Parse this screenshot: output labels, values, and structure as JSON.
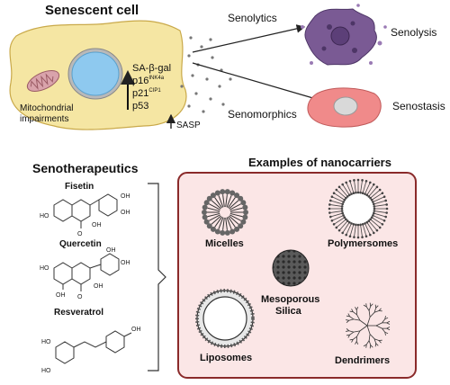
{
  "top": {
    "title": "Senescent cell",
    "markers": [
      "SA-β-gal",
      "p16",
      "p21",
      "p53"
    ],
    "p16_sup": "INK4a",
    "p21_sup": "CIP1",
    "mito_label_1": "Mitochondrial",
    "mito_label_2": "impairments",
    "sasp": "SASP",
    "senolytics": "Senolytics",
    "senolysis": "Senolysis",
    "senomorphics": "Senomorphics",
    "senostasis": "Senostasis"
  },
  "senotherapeutics": {
    "title": "Senotherapeutics",
    "compounds": [
      {
        "name": "Fisetin"
      },
      {
        "name": "Quercetin"
      },
      {
        "name": "Resveratrol"
      }
    ],
    "oh": "OH",
    "ho": "HO",
    "o": "O"
  },
  "nanocarriers": {
    "title": "Examples of nanocarriers",
    "micelles": "Micelles",
    "polymersomes": "Polymersomes",
    "mesoporous_1": "Mesoporous",
    "mesoporous_2": "Silica",
    "liposomes": "Liposomes",
    "dendrimers": "Dendrimers"
  },
  "colors": {
    "cell_fill": "#f5e6a3",
    "nucleus": "#8ec9ef",
    "mito": "#c98a94",
    "senolysis_cell": "#7a5a94",
    "senostasis_cell": "#f08a8a",
    "panel_fill": "#fbe6e6",
    "panel_border": "#8a2a2a"
  }
}
